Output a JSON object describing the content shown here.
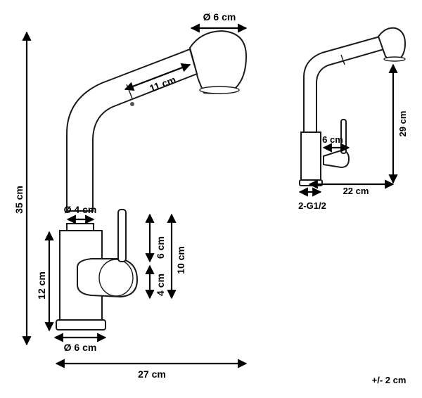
{
  "left_view": {
    "total_height": "35 cm",
    "spout_head_diameter": "Ø 6 cm",
    "spout_length": "11 cm",
    "stem_diameter": "Ø 4 cm",
    "lever_upper_height": "6 cm",
    "lever_lower_height": "4 cm",
    "body_height_total": "10 cm",
    "base_height": "12 cm",
    "base_diameter": "Ø 6 cm",
    "total_width": "27 cm"
  },
  "right_view": {
    "height": "29 cm",
    "lever_width": "6 cm",
    "reach": "22 cm",
    "connection": "2-G1/2"
  },
  "tolerance": "+/- 2 cm"
}
